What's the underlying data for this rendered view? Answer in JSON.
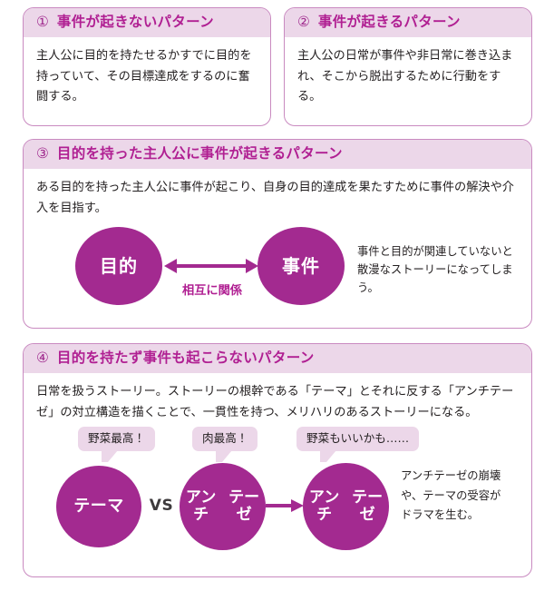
{
  "colors": {
    "accent_magenta": "#b01f92",
    "circle_fill": "#a32a90",
    "header_band": "#ecd7e9",
    "panel_border": "#c98ac0",
    "body_text": "#231f20"
  },
  "panels": [
    {
      "number": "①",
      "title": "事件が起きないパターン",
      "body": "主人公に目的を持たせるかすでに目的を持っていて、その目標達成をするのに奮闘する。"
    },
    {
      "number": "②",
      "title": "事件が起きるパターン",
      "body": "主人公の日常が事件や非日常に巻き込まれ、そこから脱出するために行動をする。"
    },
    {
      "number": "③",
      "title": "目的を持った主人公に事件が起きるパターン",
      "body": "ある目的を持った主人公に事件が起こり、自身の目的達成を果たすために事件の解決や介入を目指す。",
      "diagram": {
        "left_circle": "目的",
        "right_circle": "事件",
        "relation_label": "相互に関係",
        "arrow": "double-headed-arrow",
        "note_lines": [
          "事件と目的が関連していないと",
          "散漫なストーリーになってしまう。"
        ]
      }
    },
    {
      "number": "④",
      "title": "目的を持たず事件も起こらないパターン",
      "body": "日常を扱うストーリー。ストーリーの根幹である「テーマ」とそれに反する「アンチテーゼ」の対立構造を描くことで、一貫性を持つ、メリハリのあるストーリーになる。",
      "diagram": {
        "bubbles": [
          "野菜最高！",
          "肉最高！",
          "野菜もいいかも……"
        ],
        "circles": [
          "テーマ",
          "アンチ\nテーゼ",
          "アンチ\nテーゼ"
        ],
        "vs_label": "VS",
        "arrow": "right-arrow",
        "note_lines": [
          "アンチテーゼの崩壊",
          "や、テーマの受容が",
          "ドラマを生む。"
        ]
      }
    }
  ]
}
